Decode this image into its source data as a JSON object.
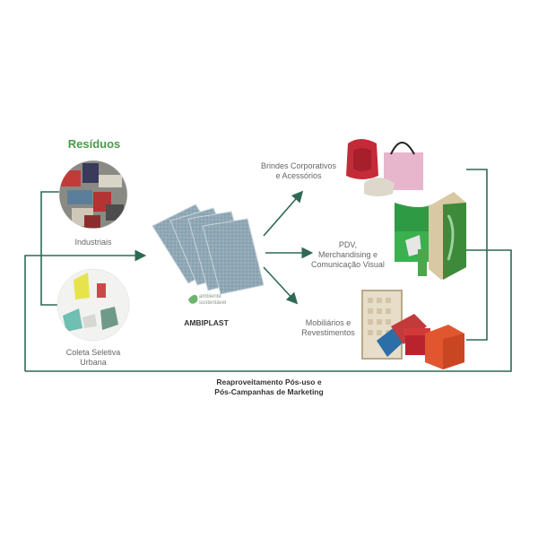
{
  "title": "Resíduos",
  "sources": [
    {
      "label": "Industriais"
    },
    {
      "label_line1": "Coleta Seletiva",
      "label_line2": "Urbana"
    }
  ],
  "center": {
    "logo_line1": "ambiente",
    "logo_line2": "sustentável",
    "name": "AMBIPLAST"
  },
  "outputs": [
    {
      "line1": "Brindes Corporativos",
      "line2": "e Acessórios"
    },
    {
      "line1": "PDV,",
      "line2": "Merchandising e",
      "line3": "Comunicação Visual"
    },
    {
      "line1": "Mobiliários e",
      "line2": "Revestimentos"
    }
  ],
  "loop": {
    "line1": "Reaproveitamento Pós-uso e",
    "line2": "Pós-Campanhas de Marketing"
  },
  "colors": {
    "line": "#2e6a52",
    "accent": "#4a9a4a"
  }
}
